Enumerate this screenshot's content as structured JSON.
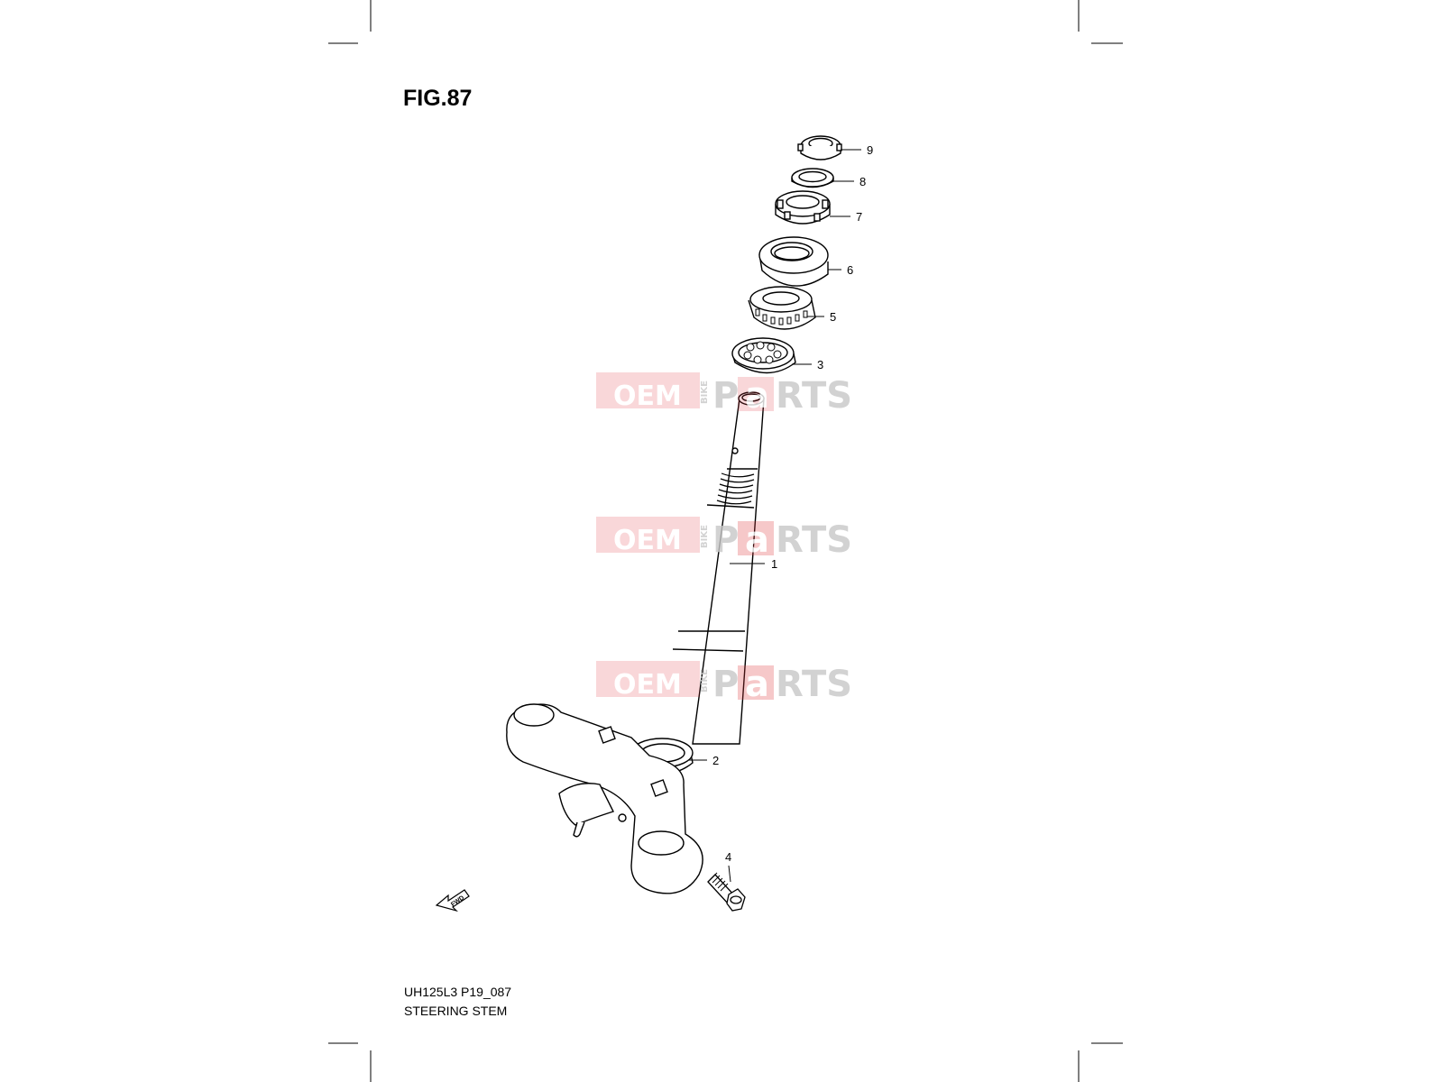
{
  "figure": {
    "title": "FIG.87",
    "code": "UH125L3 P19_087",
    "name": "STEERING STEM"
  },
  "callouts": [
    "9",
    "8",
    "7",
    "6",
    "5",
    "3",
    "1",
    "2",
    "4"
  ],
  "fwd_label": "FWD",
  "watermark": {
    "part1": "OEM",
    "part2": "BIKE",
    "part3": "P",
    "part4": "a",
    "part5": "RTS"
  },
  "colors": {
    "line": "#000000",
    "watermark_red": "#e0393e",
    "watermark_grey": "#c8c8c8"
  }
}
